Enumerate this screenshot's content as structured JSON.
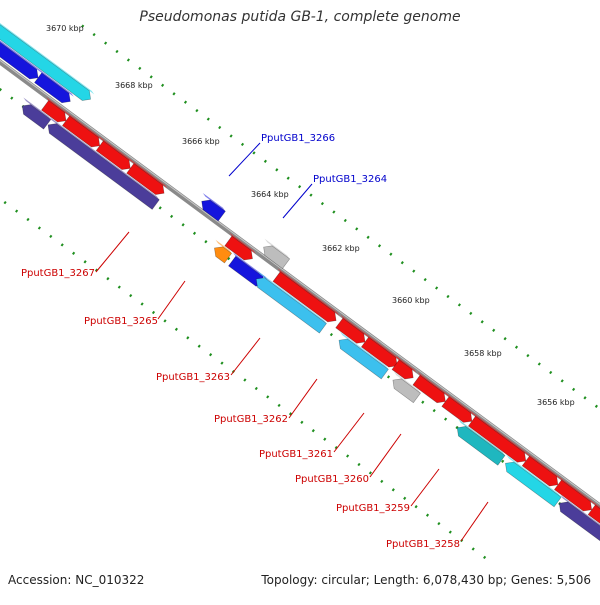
{
  "title": "Pseudomonas putida GB-1, complete genome",
  "footer": {
    "accession": "Accession: NC_010322",
    "topology": "Topology: circular; Length: 6,078,430 bp; Genes: 5,506"
  },
  "colors": {
    "background": "#ffffff",
    "backbone": "#8a8a8a",
    "tick_dots": "#1f8f1f",
    "gene_red": "#ee1111",
    "gene_blue": "#1515dd",
    "gene_cyan": "#24d6e6",
    "gene_teal": "#1fb7bf",
    "gene_lightblue": "#3cc0ee",
    "gene_navy": "#4b3d9a",
    "gene_grey": "#bdbdbd",
    "gene_orange": "#ff8c10",
    "label_red": "#cc0000",
    "label_blue": "#0000cc"
  },
  "kbp_labels": [
    "3670 kbp",
    "3668 kbp",
    "3666 kbp",
    "3664 kbp",
    "3662 kbp",
    "3660 kbp",
    "3658 kbp",
    "3656 kbp"
  ],
  "gene_labels": [
    {
      "text": "PputGB1_3266",
      "color": "blue"
    },
    {
      "text": "PputGB1_3264",
      "color": "blue"
    },
    {
      "text": "PputGB1_3267",
      "color": "red"
    },
    {
      "text": "PputGB1_3265",
      "color": "red"
    },
    {
      "text": "PputGB1_3263",
      "color": "red"
    },
    {
      "text": "PputGB1_3262",
      "color": "red"
    },
    {
      "text": "PputGB1_3261",
      "color": "red"
    },
    {
      "text": "PputGB1_3260",
      "color": "red"
    },
    {
      "text": "PputGB1_3259",
      "color": "red"
    },
    {
      "text": "PputGB1_3258",
      "color": "red"
    }
  ]
}
